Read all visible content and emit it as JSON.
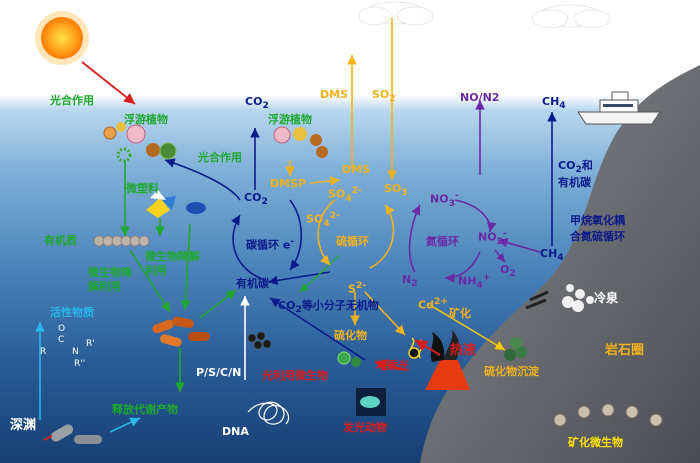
{
  "colors": {
    "photosynthesis_arrow": "#d71d1d",
    "carbon_cycle": "#0b1a8a",
    "sulfur_cycle": "#f2b21a",
    "nitrogen_cycle": "#6a2aa3",
    "microbe_path": "#20a82e",
    "land": "#5b5e63"
  },
  "icons": {
    "sun": "sun-icon",
    "clouds": "cloud-icon",
    "ship": "ship-icon",
    "phytoplankton": "phytoplankton-icon",
    "microplastic": "microplastic-icon",
    "bacteria": "bacteria-icon",
    "dna": "dna-icon",
    "hydrothermal_vent": "vent-icon",
    "bubbles": "seep-bubbles-icon",
    "luminous_animal": "bioluminescent-icon"
  },
  "labels": {
    "photosynthesis_top": "光合作用",
    "phytoplankton_left": "浮游植物",
    "co2_top": "CO",
    "phytoplankton_mid": "浮游植物",
    "dms_top": "DMS",
    "so2_top": "SO",
    "no_n2": "NO/N2",
    "ch4_top": "CH",
    "photosynthesis_mid": "光合作用",
    "dmsp": "DMSP",
    "dms_mid": "DMS",
    "co2_mid": "CO",
    "so4_a": "SO",
    "so3": "SO",
    "no3": "NO",
    "microplastic": "微塑料",
    "so4_b": "SO",
    "carbon_cycle": "碳循环",
    "e_carbon": "e",
    "sulfur_cycle": "硫循环",
    "nitrogen_cycle": "氮循环",
    "no2": "NO",
    "co2_and_c": "CO",
    "organic_carbon_right": "有机碳",
    "methane_coupling": "甲烷氧化耦合氮硫循环",
    "ch4_right": "CH",
    "organic_matter": "有机质",
    "microbe_degrade_left": "微生物降解利用",
    "microbe_degrade_right": "微生物降解利用",
    "organic_carbon": "有机碳",
    "n2": "N",
    "nh4": "NH",
    "o2": "O",
    "s2": "S",
    "cd": "Cd",
    "mineralization": "矿化",
    "cold_seep": "冷泉",
    "co2_small": "CO",
    "small_inorganic": "等小分子无机物",
    "active_compound": "活性物质",
    "sulfide": "硫化物",
    "hydrothermal": "热液",
    "lithosphere": "岩石圈",
    "psn": "P/S/C/N",
    "light_microbes": "光利用微生物",
    "geo_light": "地质光",
    "sulfide_precip": "硫化物沉淀",
    "release_metabolites": "释放代谢产物",
    "abyss": "深渊",
    "dna": "DNA",
    "luminous_animals": "发光动物",
    "mineral_microbes": "矿化微生物",
    "chem_r": "R",
    "chem_r1": "R'",
    "chem_r2": "R''",
    "chem_o": "O",
    "chem_c": "C",
    "chem_n": "N"
  }
}
